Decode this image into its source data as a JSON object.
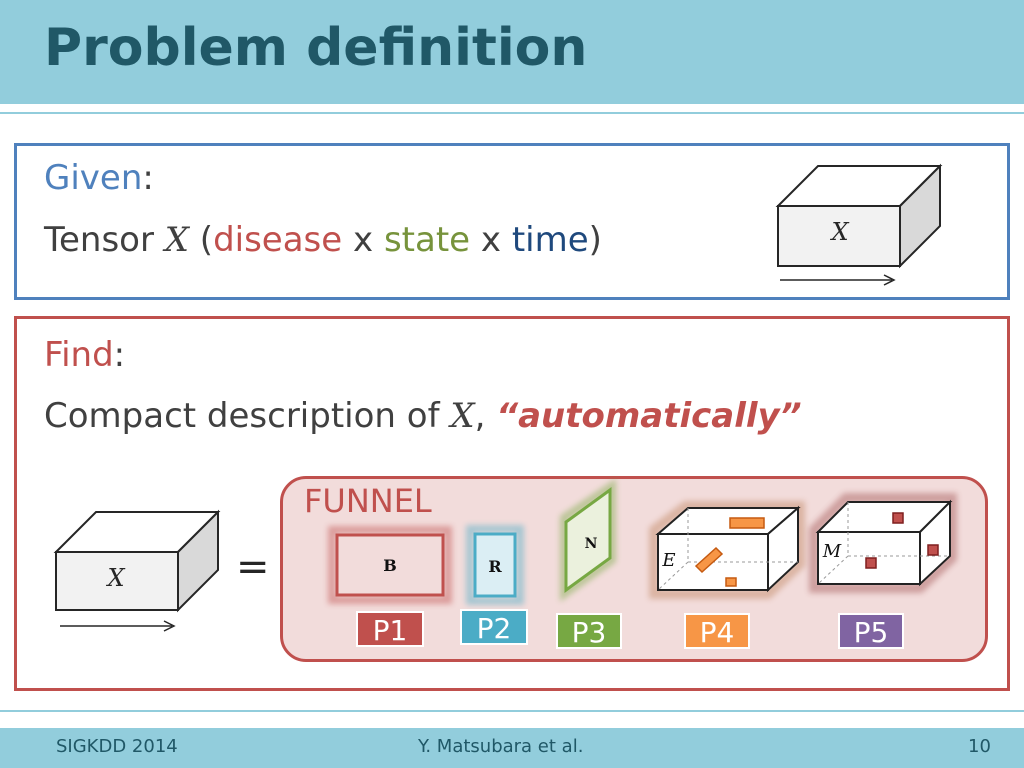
{
  "header": {
    "title": "Problem definition"
  },
  "given": {
    "label": "Given",
    "colon": ":",
    "tensor_word": "Tensor ",
    "tensor_symbol": "X",
    "open_paren": " (",
    "dim1": "disease",
    "sep1": " x ",
    "dim2": "state",
    "sep2": " x ",
    "dim3": "time",
    "close_paren": ")",
    "cube_label": "X"
  },
  "find": {
    "label": "Find",
    "colon": ":",
    "desc": "Compact description of ",
    "symbol": "X",
    "comma": ", ",
    "emphasis": "“automatically”"
  },
  "funnel": {
    "label": "FUNNEL",
    "lhs_cube_label": "X",
    "equals": "=",
    "components": [
      {
        "tag": "P1",
        "inner": "B",
        "color": "#c0504d"
      },
      {
        "tag": "P2",
        "inner": "R",
        "color": "#4bacc6"
      },
      {
        "tag": "P3",
        "inner": "N",
        "color": "#77a843"
      },
      {
        "tag": "P4",
        "inner": "E",
        "color": "#f79646"
      },
      {
        "tag": "P5",
        "inner": "M",
        "color": "#8064a2"
      }
    ]
  },
  "footer": {
    "left": "SIGKDD 2014",
    "center": "Y. Matsubara et al.",
    "right": "10"
  }
}
